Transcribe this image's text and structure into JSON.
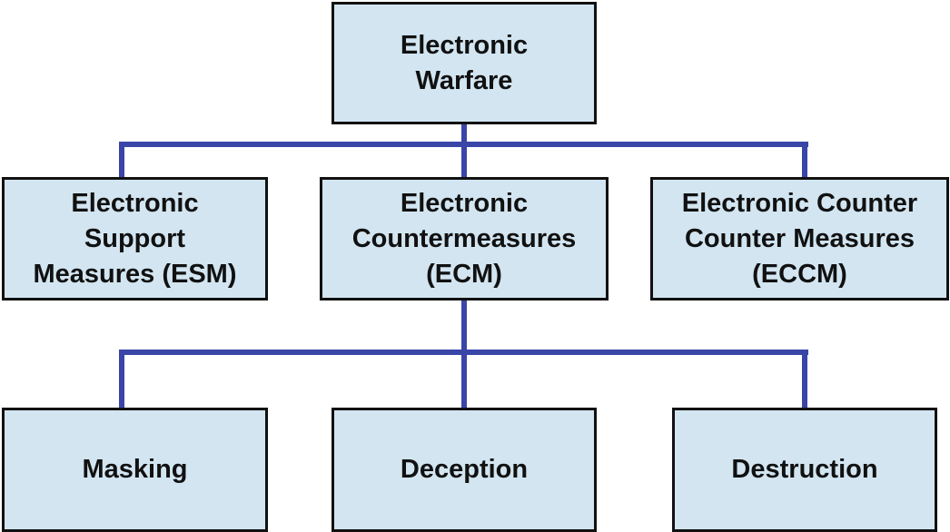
{
  "diagram": {
    "root": {
      "label": "Electronic\nWarfare"
    },
    "level1": {
      "esm": {
        "label": "Electronic\nSupport\nMeasures (ESM)"
      },
      "ecm": {
        "label": "Electronic\nCountermeasures\n(ECM)"
      },
      "eccm": {
        "label": "Electronic Counter\nCounter Measures\n(ECCM)"
      }
    },
    "level2": {
      "masking": {
        "label": "Masking"
      },
      "deception": {
        "label": "Deception"
      },
      "destruction": {
        "label": "Destruction"
      }
    },
    "colors": {
      "box_fill": "#d2e5f1",
      "box_border": "#111111",
      "connector": "#3a45a8"
    }
  }
}
